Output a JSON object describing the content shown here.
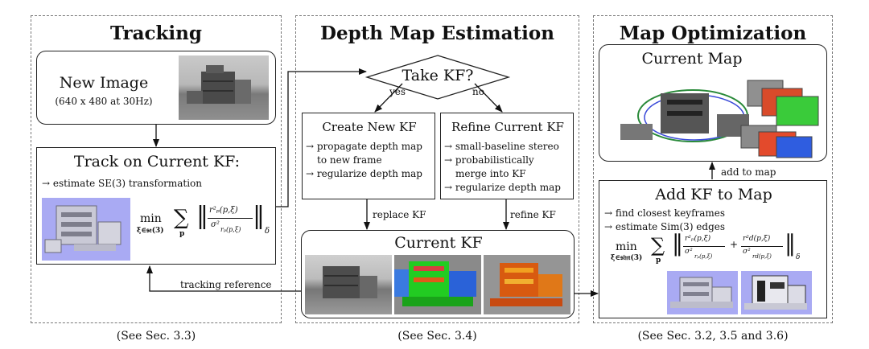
{
  "tracking": {
    "title": "Tracking",
    "caption": "(See Sec. 3.3)",
    "new_image": {
      "heading": "New Image",
      "sub": "(640 x 480 at 30Hz)"
    },
    "track": {
      "heading": "Track on Current KF:",
      "bullet": "→ estimate SE(3) transformation",
      "formula_min": "min",
      "formula_sub": "ξ∈𝔰𝔢(3)",
      "formula_sum_sub": "p",
      "formula_num": "r²ₚ(p,ξ)",
      "formula_den": "σ²",
      "formula_den_sub": "rₚ(p,ξ)",
      "formula_norm_sub": "δ"
    },
    "tracking_reference_label": "tracking reference"
  },
  "depth": {
    "title": "Depth Map Estimation",
    "caption": "(See Sec. 3.4)",
    "decision": "Take KF?",
    "yes_label": "yes",
    "no_label": "no",
    "create": {
      "heading": "Create New KF",
      "bullets": [
        "→ propagate depth map",
        "to new frame",
        "→ regularize depth map"
      ]
    },
    "refine": {
      "heading": "Refine Current KF",
      "bullets": [
        "→ small-baseline stereo",
        "→ probabilistically",
        "merge into KF",
        "→ regularize depth map"
      ]
    },
    "replace_label": "replace KF",
    "refine_label": "refine KF",
    "current_kf": "Current KF"
  },
  "mapopt": {
    "title": "Map Optimization",
    "caption": "(See Sec. 3.2, 3.5 and 3.6)",
    "current_map": "Current Map",
    "add_to_map_label": "add to map",
    "add_kf": {
      "heading": "Add KF to Map",
      "bullets": [
        "→ find closest keyframes",
        "→ estimate Sim(3) edges"
      ],
      "formula_min": "min",
      "formula_sub": "ξ∈𝔰𝔦𝔪(3)",
      "formula_sum_sub": "p",
      "num1": "r²ₚ(p,ξ)",
      "den1": "σ²",
      "den1_sub": "rₚ(p,ξ)",
      "plus": "+",
      "num2": "r²d(p,ξ)",
      "den2": "σ²",
      "den2_sub": "rd(p,ξ)",
      "norm_sub": "δ"
    }
  },
  "colors": {
    "accent_sky": "#a9aaf3",
    "dashed": "#777777",
    "line": "#222222"
  }
}
